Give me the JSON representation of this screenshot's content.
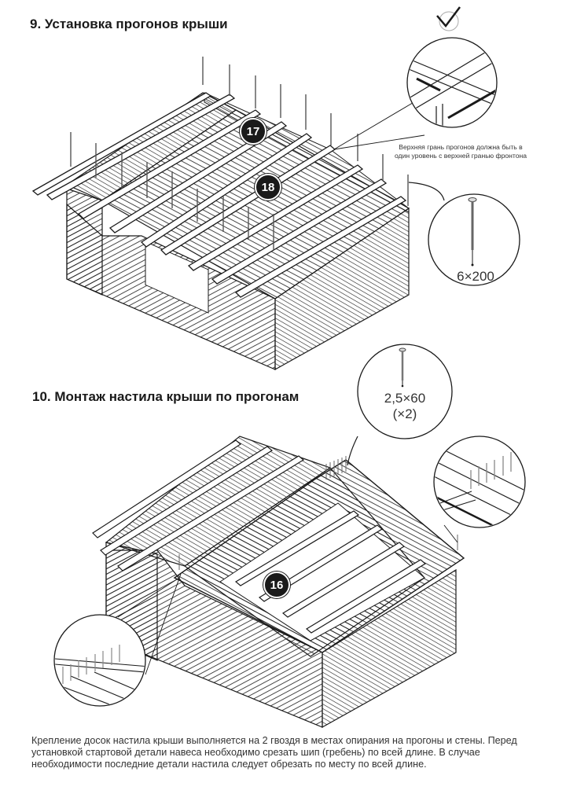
{
  "steps": [
    {
      "number": "9",
      "title": "9. Установка прогонов крыши",
      "parts": [
        {
          "label": "17",
          "role": "roof purlin"
        },
        {
          "label": "18",
          "role": "roof purlin"
        }
      ],
      "note": "Верхняя грань прогонов должна быть в один уровень с верхней гранью фронтона",
      "fastener": {
        "type": "screw",
        "spec": "6×200"
      },
      "check_icon": "checkmark-icon"
    },
    {
      "number": "10",
      "title": "10. Монтаж настила крыши по прогонам",
      "parts": [
        {
          "label": "16",
          "role": "roof boarding"
        }
      ],
      "fastener": {
        "type": "nail",
        "spec": "2,5×60",
        "quantity": "(×2)"
      }
    }
  ],
  "footer_text": "Крепление досок настила крыши выполняется на 2 гвоздя в местах опирания на прогоны и стены. Перед установкой стартовой детали навеса необходимо срезать шип (гребень) по всей длине. В случае необходимости последние детали настила следует обрезать по месту по всей длине.",
  "colors": {
    "ink": "#1a1a1a",
    "text": "#333333",
    "badge_bg": "#1a1a1a",
    "badge_text": "#ffffff",
    "background": "#ffffff"
  }
}
